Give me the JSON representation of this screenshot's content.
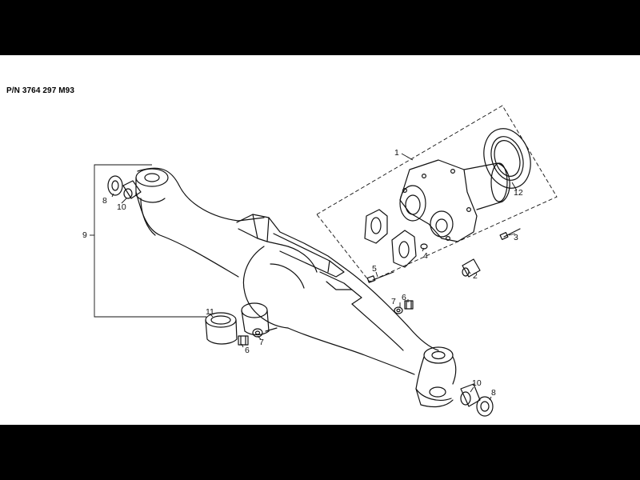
{
  "header": {
    "part_number": "P/N  3764 297 M93"
  },
  "callouts": {
    "c1": "1",
    "c2": "2",
    "c3": "3",
    "c4": "4",
    "c5": "5",
    "c6a": "6",
    "c7a": "7",
    "c6b": "6",
    "c7b": "7",
    "c8a": "8",
    "c10a": "10",
    "c9": "9",
    "c11": "11",
    "c12": "12",
    "c10b": "10",
    "c8b": "8"
  },
  "colors": {
    "ink": "#111111",
    "paper": "#ffffff",
    "frame": "#000000"
  }
}
